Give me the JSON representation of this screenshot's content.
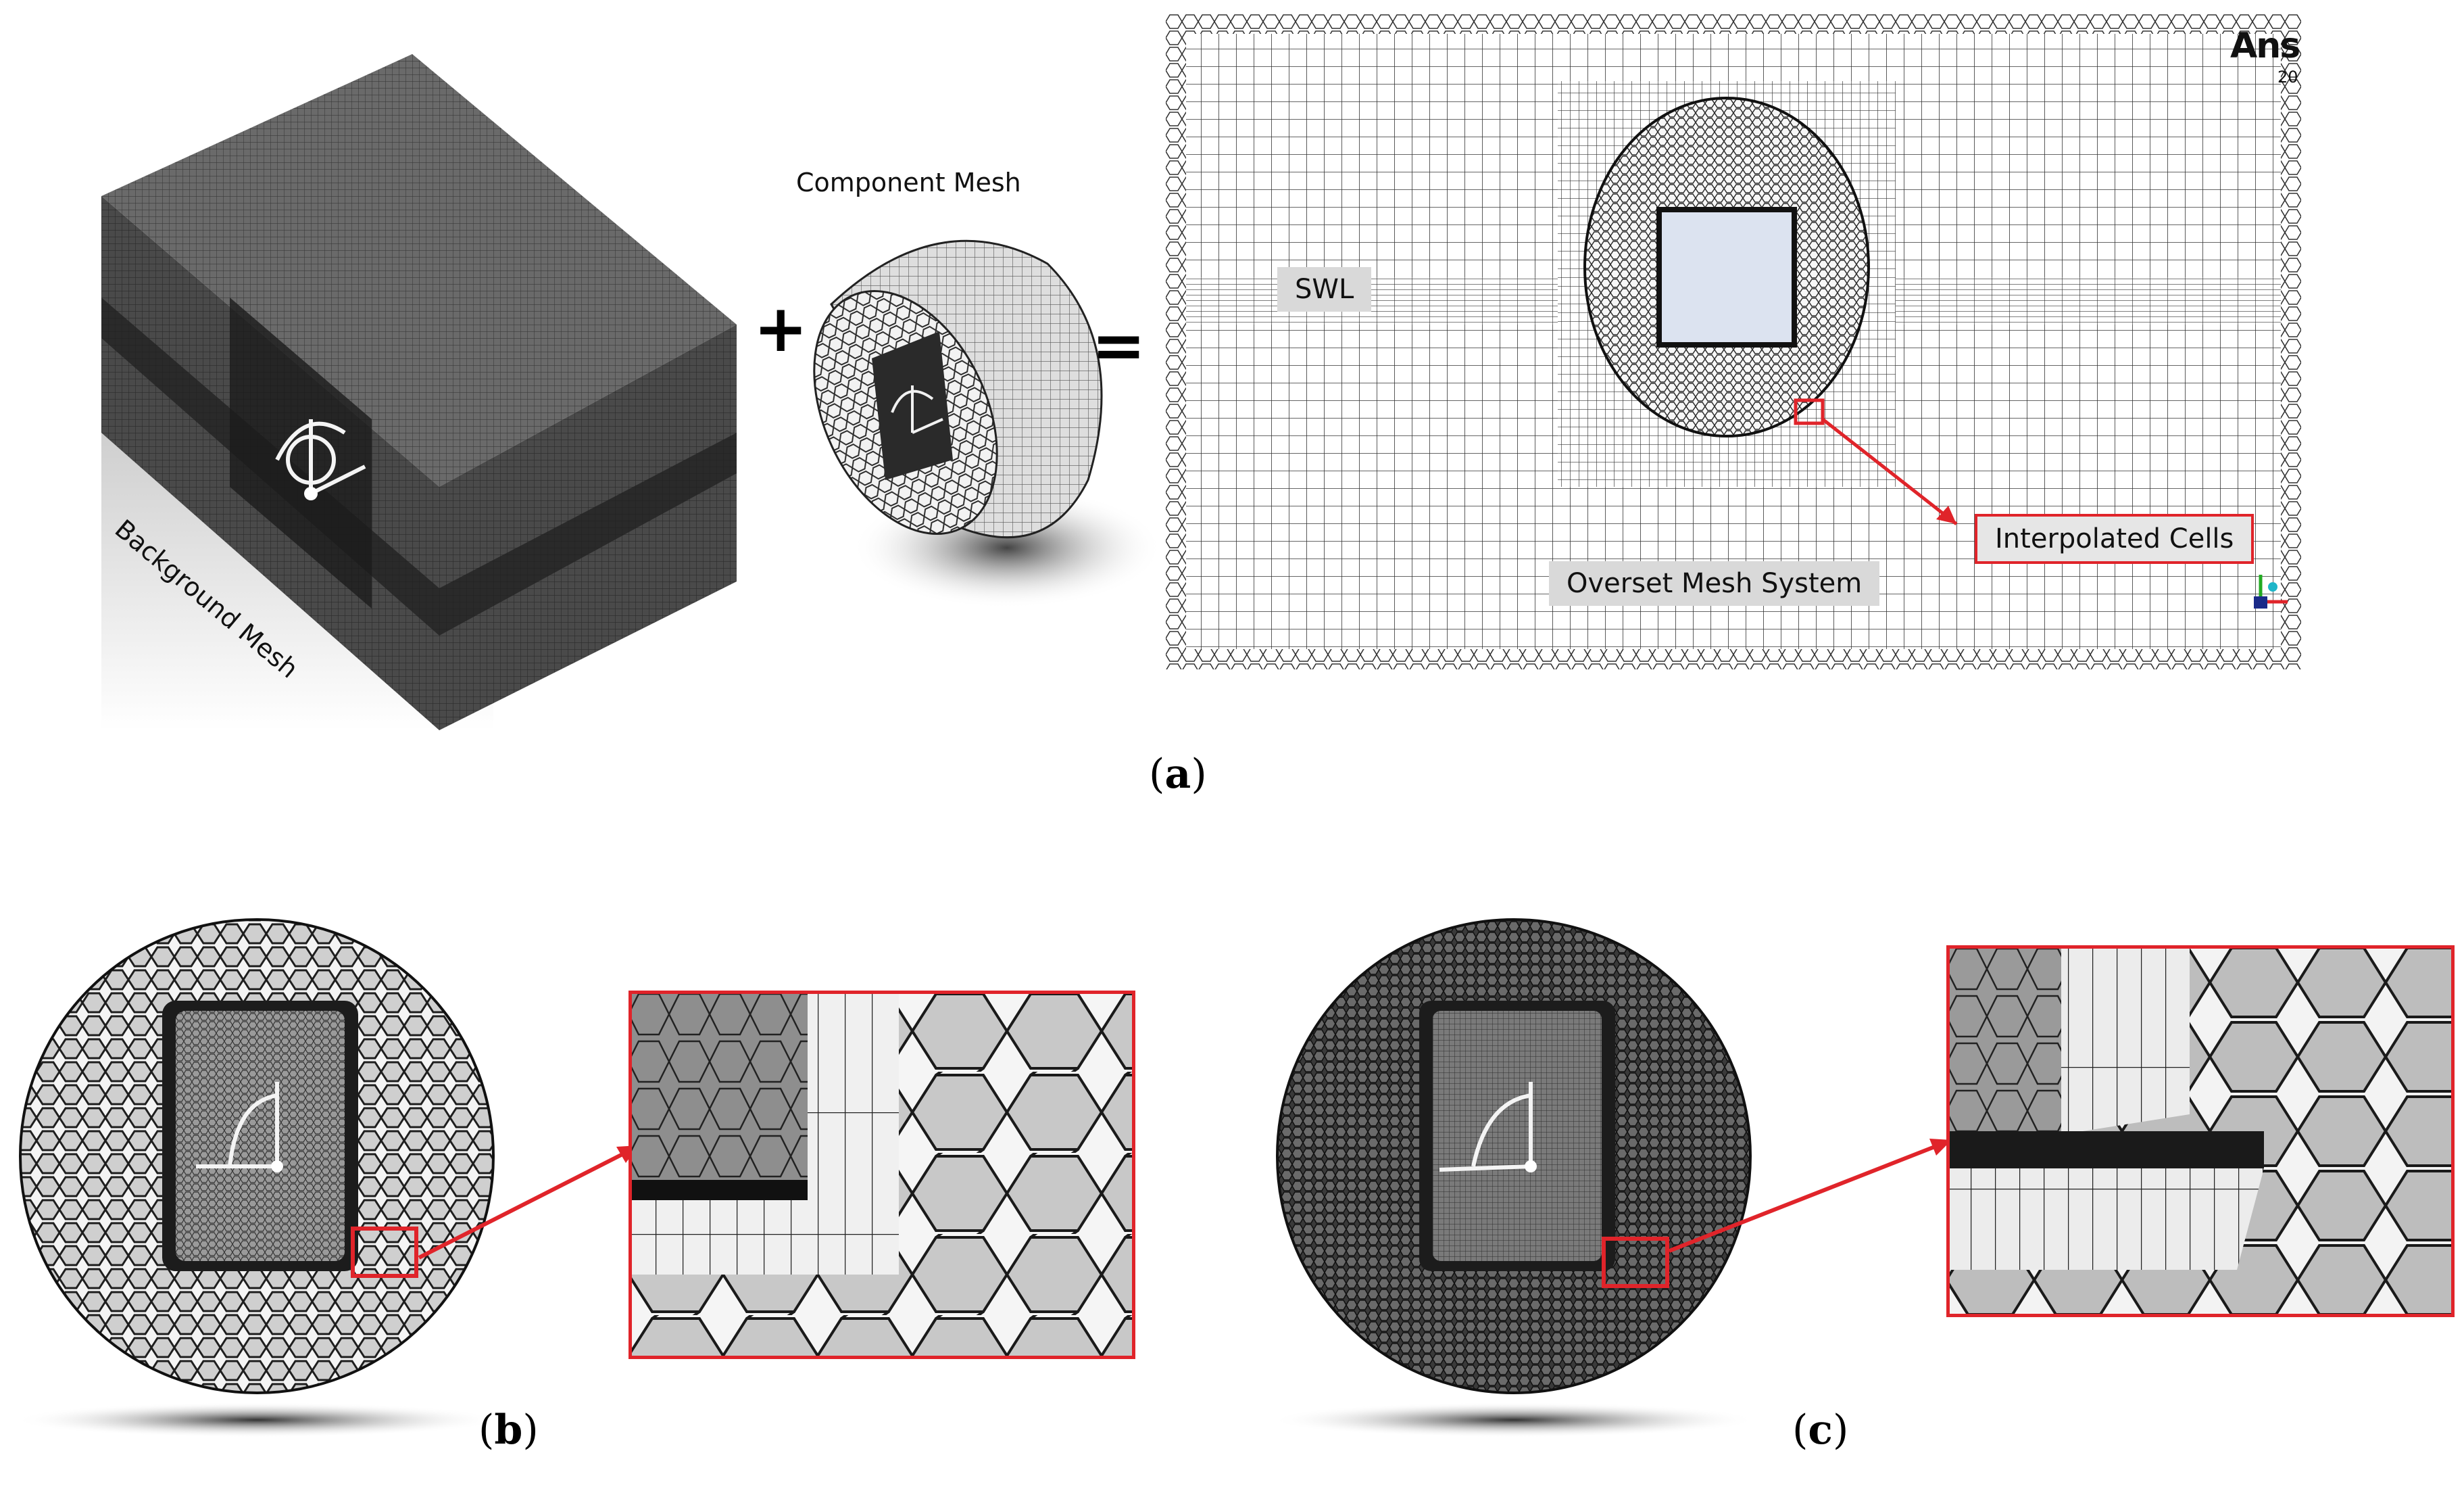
{
  "panel_a": {
    "label_open": "(",
    "label_letter": "a",
    "label_close": ")",
    "background_mesh_caption": "Background Mesh",
    "component_mesh_caption": "Component Mesh",
    "plus_sign": "+",
    "equals_sign": "=",
    "swl_tag": "SWL",
    "interpolated_tag": "Interpolated Cells",
    "overset_tag": "Overset Mesh System",
    "brand_text": "Ans",
    "brand_sub": "20"
  },
  "panel_b": {
    "label_open": "(",
    "label_letter": "b",
    "label_close": ")"
  },
  "panel_c": {
    "label_open": "(",
    "label_letter": "c",
    "label_close": ")"
  },
  "colors": {
    "highlight_red": "#e0242a",
    "mesh_dark": "#3a3a3a",
    "mesh_light": "#e8e8e8",
    "object_fill": "#dce3f0"
  }
}
